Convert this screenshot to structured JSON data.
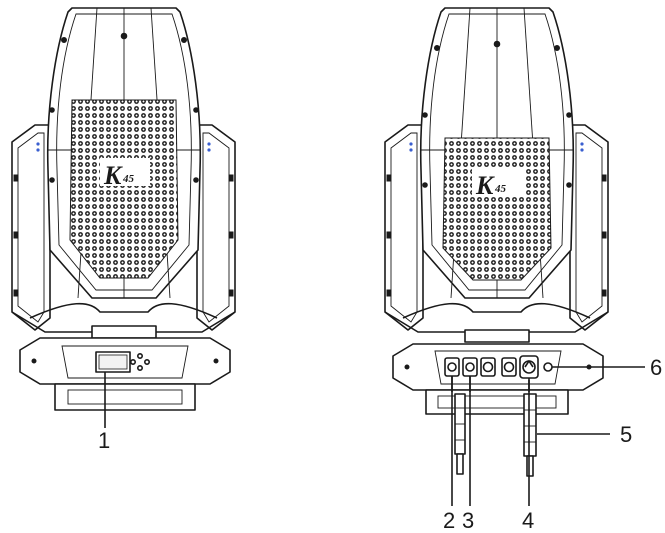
{
  "colors": {
    "line": "#1a1a1a",
    "background": "#ffffff"
  },
  "front_view": {
    "logo": "K",
    "logo_suffix": "45",
    "callout_1": "1"
  },
  "rear_view": {
    "logo": "K",
    "logo_suffix": "45",
    "callout_2": "2",
    "callout_3": "3",
    "callout_4": "4",
    "callout_5": "5",
    "callout_6": "6"
  }
}
